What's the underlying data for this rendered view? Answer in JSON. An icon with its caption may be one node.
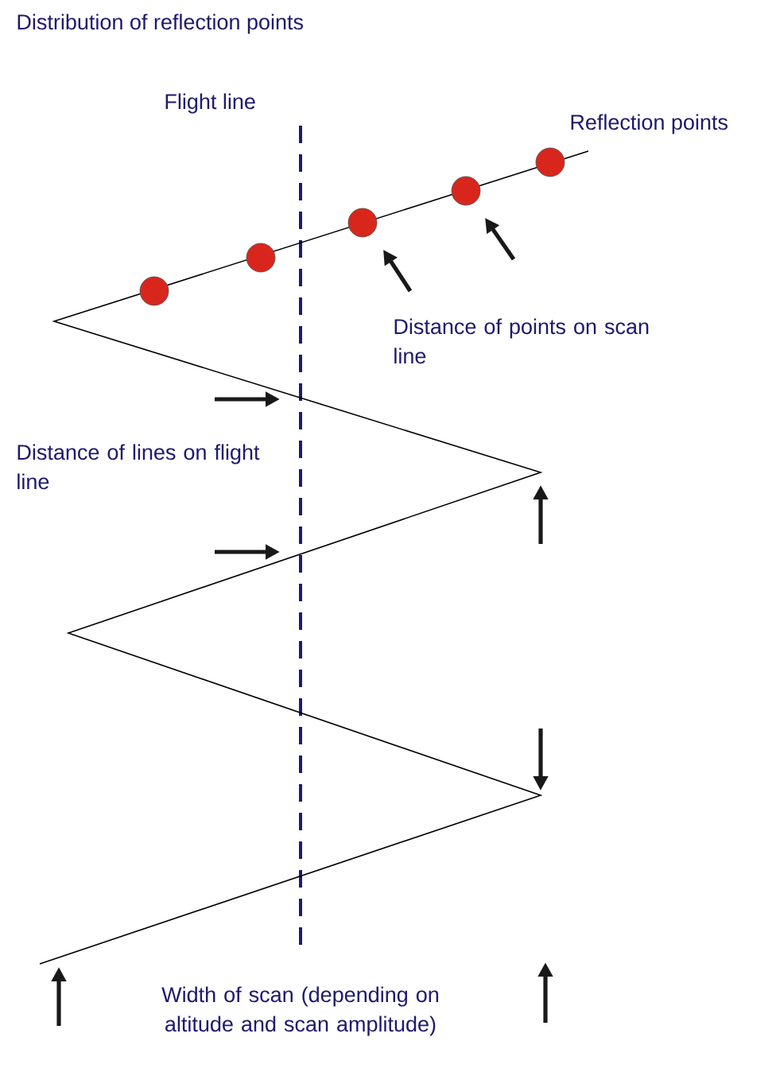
{
  "diagram": {
    "title": "Distribution of reflection points",
    "labels": [
      "Flight line",
      "Reflection points",
      "Distance of points on scan line",
      "Distance of lines on flight line",
      "Width of scan (depending on altitude and scan amplitude)"
    ]
  }
}
